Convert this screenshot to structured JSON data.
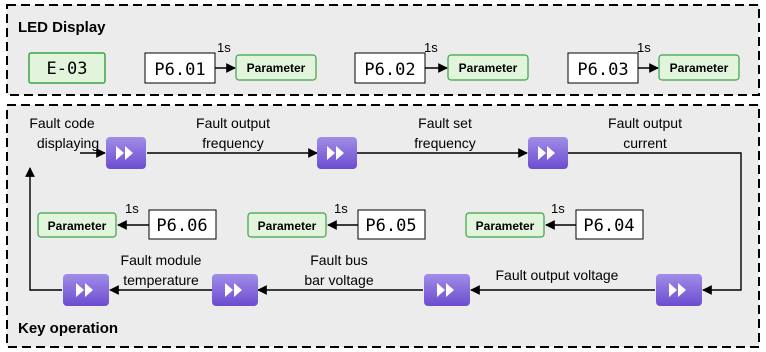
{
  "led_section": {
    "title": "LED Display",
    "fault_code": "E-03",
    "items": [
      {
        "code": "P6.01",
        "delay": "1s",
        "result": "Parameter"
      },
      {
        "code": "P6.02",
        "delay": "1s",
        "result": "Parameter"
      },
      {
        "code": "P6.03",
        "delay": "1s",
        "result": "Parameter"
      }
    ]
  },
  "key_section": {
    "title": "Key operation",
    "top_row": {
      "start_label": [
        "Fault code",
        "displaying"
      ],
      "labels": [
        [
          "Fault output",
          "frequency"
        ],
        [
          "Fault set",
          "frequency"
        ],
        [
          "Fault output",
          "current"
        ]
      ]
    },
    "middle_row": [
      {
        "code": "P6.06",
        "delay": "1s",
        "result": "Parameter"
      },
      {
        "code": "P6.05",
        "delay": "1s",
        "result": "Parameter"
      },
      {
        "code": "P6.04",
        "delay": "1s",
        "result": "Parameter"
      }
    ],
    "bottom_row": {
      "labels": [
        [
          "Fault module",
          "temperature"
        ],
        [
          "Fault bus",
          "bar voltage"
        ],
        [
          "Fault output voltage"
        ]
      ]
    }
  },
  "colors": {
    "section_fill": "#ececec",
    "fault_code_fill": "#e2f5dc",
    "fault_code_border": "#3aa345",
    "param_fill": "#e2f5dc",
    "param_border": "#3aa345",
    "key_top": "#a08ee8",
    "key_bottom": "#6d4ccf",
    "key_glyph": "#ffffff"
  },
  "icons": {
    "key": "fast-forward-icon"
  }
}
